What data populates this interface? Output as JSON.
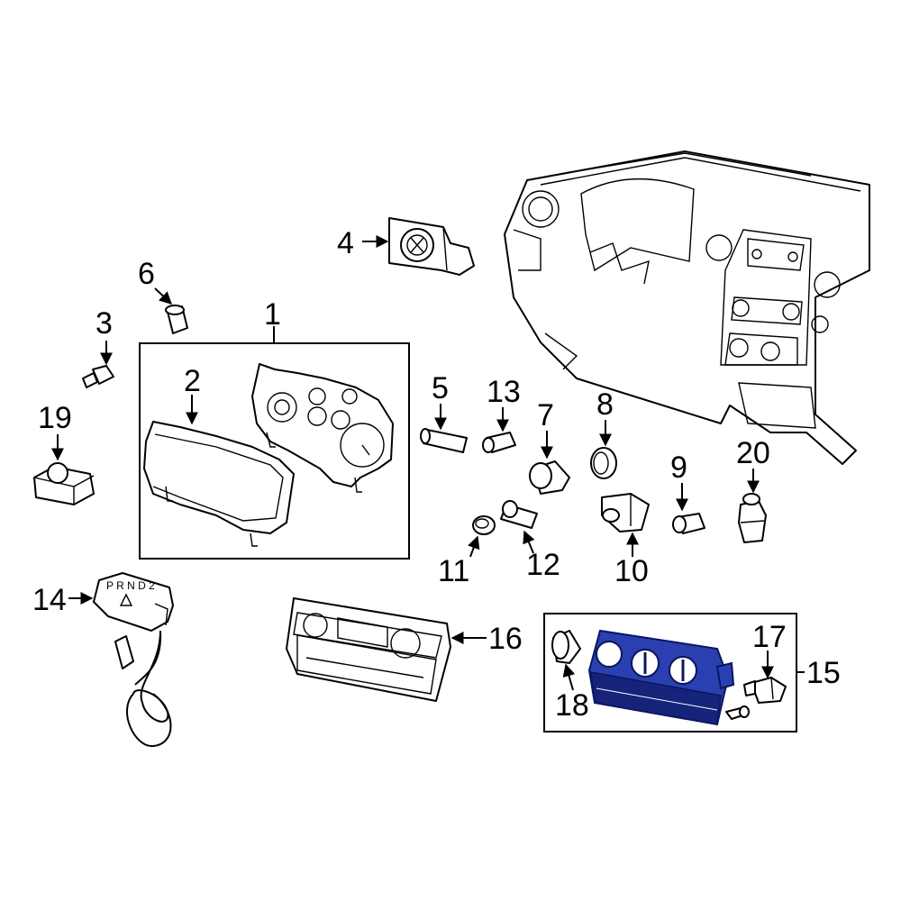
{
  "colors": {
    "line": "#000000",
    "highlight": "#2a3fb0",
    "background": "#ffffff"
  },
  "callouts": {
    "c1": "1",
    "c2": "2",
    "c3": "3",
    "c4": "4",
    "c5": "5",
    "c6": "6",
    "c7": "7",
    "c8": "8",
    "c9": "9",
    "c10": "10",
    "c11": "11",
    "c12": "12",
    "c13": "13",
    "c14": "14",
    "c15": "15",
    "c16": "16",
    "c17": "17",
    "c18": "18",
    "c19": "19",
    "c20": "20"
  },
  "shifter_indicator": "P R N D 2",
  "highlighted_part": "15"
}
